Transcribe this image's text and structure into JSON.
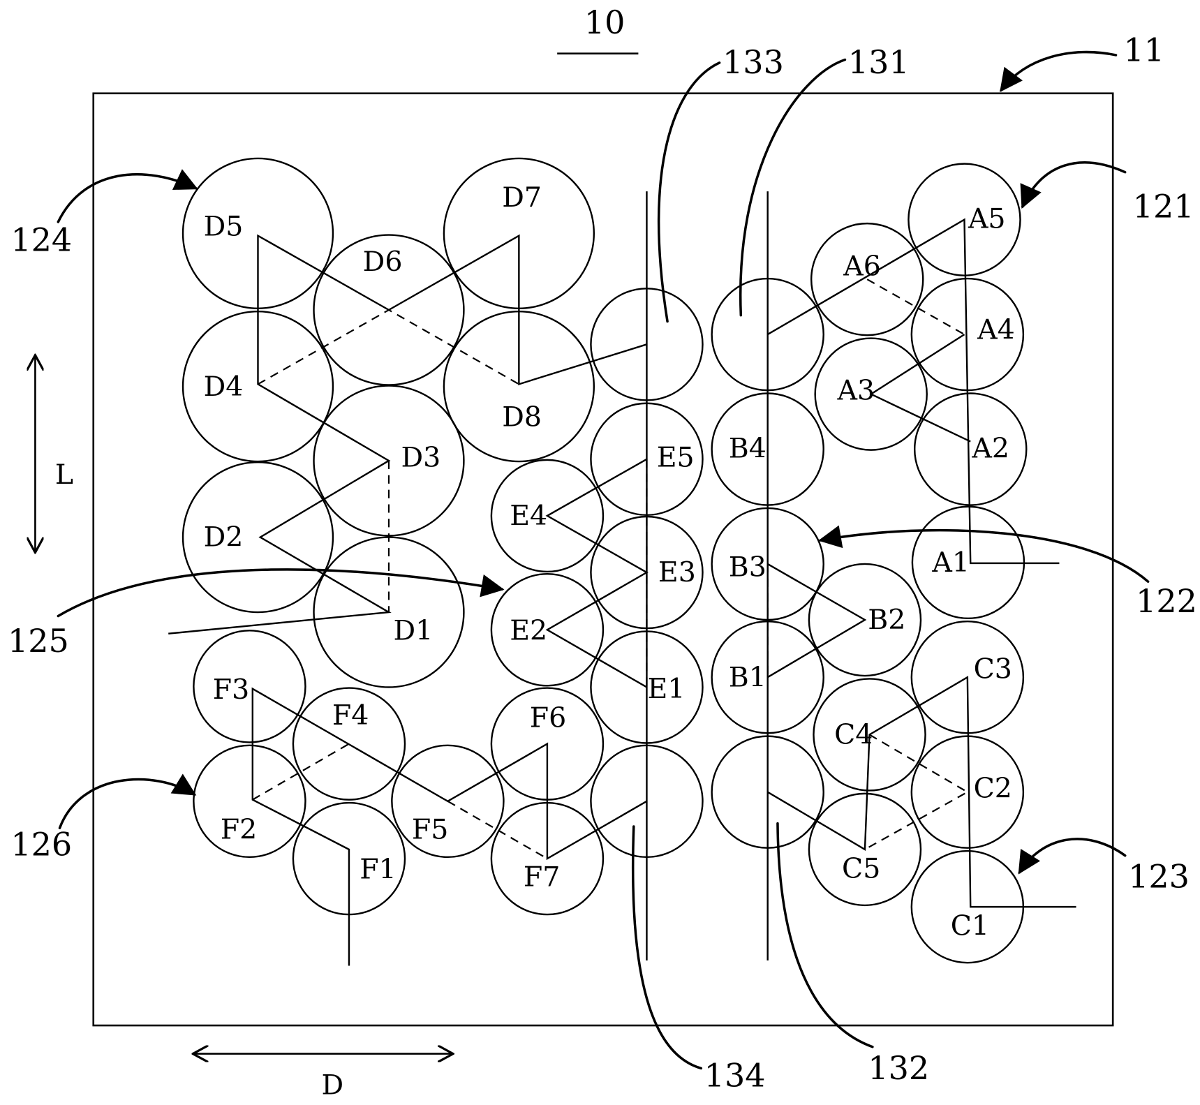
{
  "figure_number": "10",
  "labels": {
    "A1": "A1",
    "A2": "A2",
    "A3": "A3",
    "A4": "A4",
    "A5": "A5",
    "A6": "A6",
    "B1": "B1",
    "B2": "B2",
    "B3": "B3",
    "B4": "B4",
    "C1": "C1",
    "C2": "C2",
    "C3": "C3",
    "C4": "C4",
    "C5": "C5",
    "D1": "D1",
    "D2": "D2",
    "D3": "D3",
    "D4": "D4",
    "D5": "D5",
    "D6": "D6",
    "D7": "D7",
    "D8": "D8",
    "E1": "E1",
    "E2": "E2",
    "E3": "E3",
    "E4": "E4",
    "E5": "E5",
    "F1": "F1",
    "F2": "F2",
    "F3": "F3",
    "F4": "F4",
    "F5": "F5",
    "F6": "F6",
    "F7": "F7"
  },
  "refs": {
    "r11": "11",
    "r121": "121",
    "r122": "122",
    "r123": "123",
    "r124": "124",
    "r125": "125",
    "r126": "126",
    "r131": "131",
    "r132": "132",
    "r133": "133",
    "r134": "134"
  },
  "dims": {
    "length": "L",
    "depth": "D"
  }
}
